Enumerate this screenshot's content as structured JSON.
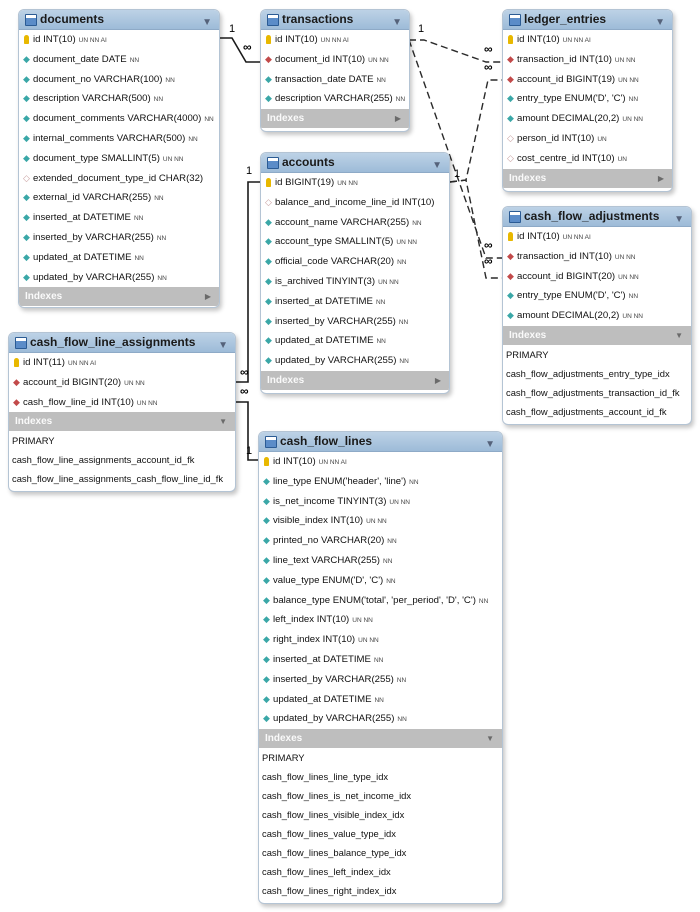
{
  "icons": {
    "table": "table-icon",
    "primary_key": "key-icon",
    "foreign_key": "foreign-key-diamond-icon",
    "not_null": "diamond-icon",
    "nullable": "hollow-diamond-icon",
    "collapse": "triangle-down-icon"
  },
  "colors": {
    "header": "#a8c4e0",
    "indexes_bar": "#bebebe",
    "foreign_key": "#c24a4a",
    "column": "#3aa7a7",
    "key": "#e2b300"
  },
  "tables": {
    "documents": {
      "title": "documents",
      "columns": [
        {
          "text": "id INT(10)",
          "flags": "UN NN AI",
          "kind": "pk"
        },
        {
          "text": "document_date DATE",
          "flags": "NN",
          "kind": "nn"
        },
        {
          "text": "document_no VARCHAR(100)",
          "flags": "NN",
          "kind": "nn"
        },
        {
          "text": "description VARCHAR(500)",
          "flags": "NN",
          "kind": "nn"
        },
        {
          "text": "document_comments VARCHAR(4000)",
          "flags": "NN",
          "kind": "nn"
        },
        {
          "text": "internal_comments VARCHAR(500)",
          "flags": "NN",
          "kind": "nn"
        },
        {
          "text": "document_type SMALLINT(5)",
          "flags": "UN NN",
          "kind": "nn"
        },
        {
          "text": "extended_document_type_id CHAR(32)",
          "flags": "",
          "kind": "nul"
        },
        {
          "text": "external_id VARCHAR(255)",
          "flags": "NN",
          "kind": "nn"
        },
        {
          "text": "inserted_at DATETIME",
          "flags": "NN",
          "kind": "nn"
        },
        {
          "text": "inserted_by VARCHAR(255)",
          "flags": "NN",
          "kind": "nn"
        },
        {
          "text": "updated_at DATETIME",
          "flags": "NN",
          "kind": "nn"
        },
        {
          "text": "updated_by VARCHAR(255)",
          "flags": "NN",
          "kind": "nn"
        }
      ],
      "indexes_label": "Indexes",
      "indexes": []
    },
    "transactions": {
      "title": "transactions",
      "columns": [
        {
          "text": "id INT(10)",
          "flags": "UN NN AI",
          "kind": "pk"
        },
        {
          "text": "document_id INT(10)",
          "flags": "UN NN",
          "kind": "fk"
        },
        {
          "text": "transaction_date DATE",
          "flags": "NN",
          "kind": "nn"
        },
        {
          "text": "description VARCHAR(255)",
          "flags": "NN",
          "kind": "nn"
        }
      ],
      "indexes_label": "Indexes",
      "indexes": []
    },
    "ledger_entries": {
      "title": "ledger_entries",
      "columns": [
        {
          "text": "id INT(10)",
          "flags": "UN NN AI",
          "kind": "pk"
        },
        {
          "text": "transaction_id INT(10)",
          "flags": "UN NN",
          "kind": "fk"
        },
        {
          "text": "account_id BIGINT(19)",
          "flags": "UN NN",
          "kind": "fk"
        },
        {
          "text": "entry_type ENUM('D', 'C')",
          "flags": "NN",
          "kind": "nn"
        },
        {
          "text": "amount DECIMAL(20,2)",
          "flags": "UN NN",
          "kind": "nn"
        },
        {
          "text": "person_id INT(10)",
          "flags": "UN",
          "kind": "nul"
        },
        {
          "text": "cost_centre_id INT(10)",
          "flags": "UN",
          "kind": "nul"
        }
      ],
      "indexes_label": "Indexes",
      "indexes": []
    },
    "accounts": {
      "title": "accounts",
      "columns": [
        {
          "text": "id BIGINT(19)",
          "flags": "UN NN",
          "kind": "pk"
        },
        {
          "text": "balance_and_income_line_id INT(10)",
          "flags": "",
          "kind": "nul"
        },
        {
          "text": "account_name VARCHAR(255)",
          "flags": "NN",
          "kind": "nn"
        },
        {
          "text": "account_type SMALLINT(5)",
          "flags": "UN NN",
          "kind": "nn"
        },
        {
          "text": "official_code VARCHAR(20)",
          "flags": "NN",
          "kind": "nn"
        },
        {
          "text": "is_archived TINYINT(3)",
          "flags": "UN NN",
          "kind": "nn"
        },
        {
          "text": "inserted_at DATETIME",
          "flags": "NN",
          "kind": "nn"
        },
        {
          "text": "inserted_by VARCHAR(255)",
          "flags": "NN",
          "kind": "nn"
        },
        {
          "text": "updated_at DATETIME",
          "flags": "NN",
          "kind": "nn"
        },
        {
          "text": "updated_by VARCHAR(255)",
          "flags": "NN",
          "kind": "nn"
        }
      ],
      "indexes_label": "Indexes",
      "indexes": []
    },
    "cash_flow_adjustments": {
      "title": "cash_flow_adjustments",
      "columns": [
        {
          "text": "id INT(10)",
          "flags": "UN NN AI",
          "kind": "pk"
        },
        {
          "text": "transaction_id INT(10)",
          "flags": "UN NN",
          "kind": "fk"
        },
        {
          "text": "account_id BIGINT(20)",
          "flags": "UN NN",
          "kind": "fk"
        },
        {
          "text": "entry_type ENUM('D', 'C')",
          "flags": "NN",
          "kind": "nn"
        },
        {
          "text": "amount DECIMAL(20,2)",
          "flags": "UN NN",
          "kind": "nn"
        }
      ],
      "indexes_label": "Indexes",
      "indexes": [
        "PRIMARY",
        "cash_flow_adjustments_entry_type_idx",
        "cash_flow_adjustments_transaction_id_fk",
        "cash_flow_adjustments_account_id_fk"
      ]
    },
    "cash_flow_line_assignments": {
      "title": "cash_flow_line_assignments",
      "columns": [
        {
          "text": "id INT(11)",
          "flags": "UN NN AI",
          "kind": "pk"
        },
        {
          "text": "account_id BIGINT(20)",
          "flags": "UN NN",
          "kind": "fk"
        },
        {
          "text": "cash_flow_line_id INT(10)",
          "flags": "UN NN",
          "kind": "fk"
        }
      ],
      "indexes_label": "Indexes",
      "indexes": [
        "PRIMARY",
        "cash_flow_line_assignments_account_id_fk",
        "cash_flow_line_assignments_cash_flow_line_id_fk"
      ]
    },
    "cash_flow_lines": {
      "title": "cash_flow_lines",
      "columns": [
        {
          "text": "id INT(10)",
          "flags": "UN NN AI",
          "kind": "pk"
        },
        {
          "text": "line_type ENUM('header', 'line')",
          "flags": "NN",
          "kind": "nn"
        },
        {
          "text": "is_net_income TINYINT(3)",
          "flags": "UN NN",
          "kind": "nn"
        },
        {
          "text": "visible_index INT(10)",
          "flags": "UN NN",
          "kind": "nn"
        },
        {
          "text": "printed_no VARCHAR(20)",
          "flags": "NN",
          "kind": "nn"
        },
        {
          "text": "line_text VARCHAR(255)",
          "flags": "NN",
          "kind": "nn"
        },
        {
          "text": "value_type ENUM('D', 'C')",
          "flags": "NN",
          "kind": "nn"
        },
        {
          "text": "balance_type ENUM('total', 'per_period', 'D', 'C')",
          "flags": "NN",
          "kind": "nn"
        },
        {
          "text": "left_index INT(10)",
          "flags": "UN NN",
          "kind": "nn"
        },
        {
          "text": "right_index INT(10)",
          "flags": "UN NN",
          "kind": "nn"
        },
        {
          "text": "inserted_at DATETIME",
          "flags": "NN",
          "kind": "nn"
        },
        {
          "text": "inserted_by VARCHAR(255)",
          "flags": "NN",
          "kind": "nn"
        },
        {
          "text": "updated_at DATETIME",
          "flags": "NN",
          "kind": "nn"
        },
        {
          "text": "updated_by VARCHAR(255)",
          "flags": "NN",
          "kind": "nn"
        }
      ],
      "indexes_label": "Indexes",
      "indexes": [
        "PRIMARY",
        "cash_flow_lines_line_type_idx",
        "cash_flow_lines_is_net_income_idx",
        "cash_flow_lines_visible_index_idx",
        "cash_flow_lines_value_type_idx",
        "cash_flow_lines_balance_type_idx",
        "cash_flow_lines_left_index_idx",
        "cash_flow_lines_right_index_idx"
      ]
    }
  },
  "relations": [
    {
      "from": "documents",
      "to": "transactions",
      "one": "1",
      "many": "∞"
    },
    {
      "from": "transactions",
      "to": "ledger_entries",
      "one": "1",
      "many": "∞"
    },
    {
      "from": "transactions",
      "to": "cash_flow_adjustments",
      "one": "",
      "many": "∞"
    },
    {
      "from": "accounts",
      "to": "ledger_entries",
      "one": "1",
      "many": "∞"
    },
    {
      "from": "accounts",
      "to": "cash_flow_adjustments",
      "one": "",
      "many": "∞"
    },
    {
      "from": "accounts",
      "to": "cash_flow_line_assignments",
      "one": "1",
      "many": "∞"
    },
    {
      "from": "cash_flow_lines",
      "to": "cash_flow_line_assignments",
      "one": "1",
      "many": "∞"
    }
  ]
}
